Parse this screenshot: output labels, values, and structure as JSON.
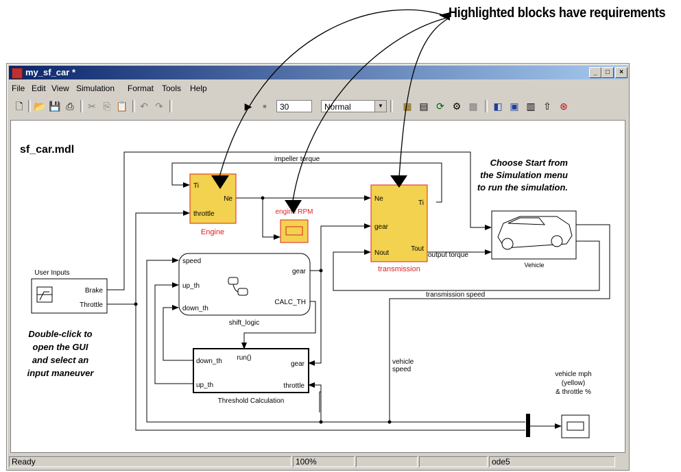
{
  "callout": "Highlighted blocks have requirements",
  "window": {
    "title": "my_sf_car *",
    "controls": {
      "minimize": "_",
      "maximize": "□",
      "close": "×"
    }
  },
  "menu": [
    "File",
    "Edit",
    "View",
    "Simulation",
    "Format",
    "Tools",
    "Help"
  ],
  "toolbar": {
    "stop_time": "30",
    "sim_mode": "Normal"
  },
  "model": {
    "name": "sf_car.mdl",
    "note_right": [
      "Choose Start from",
      "the Simulation menu",
      "to run the simulation."
    ],
    "note_left": [
      "Double-click to",
      "open the GUI",
      "and select an",
      "input maneuver"
    ],
    "blocks": {
      "user_inputs": {
        "title": "User Inputs",
        "port_brake": "Brake",
        "port_throttle": "Throttle"
      },
      "engine": {
        "title": "Engine",
        "port_ti": "Ti",
        "port_throttle": "throttle",
        "port_ne": "Ne"
      },
      "engine_rpm": {
        "title": "engine RPM"
      },
      "transmission": {
        "title": "transmission",
        "port_ne": "Ne",
        "port_gear": "gear",
        "port_nout": "Nout",
        "port_ti": "Ti",
        "port_tout": "Tout"
      },
      "vehicle": {
        "title": "Vehicle"
      },
      "shift_logic": {
        "title": "shift_logic",
        "port_speed": "speed",
        "port_up": "up_th",
        "port_down": "down_th",
        "port_gear": "gear",
        "port_calc": "CALC_TH"
      },
      "threshold": {
        "title": "Threshold Calculation",
        "trigger": "run()",
        "port_down": "down_th",
        "port_up": "up_th",
        "port_gear": "gear",
        "port_throttle": "throttle"
      },
      "scope_mph": {
        "title": [
          "vehicle mph",
          "(yellow)",
          "& throttle %"
        ]
      }
    },
    "signals": {
      "impeller_torque": "impeller torque",
      "output_torque": "output torque",
      "transmission_speed": "transmission speed",
      "vehicle_speed": [
        "vehicle",
        "speed"
      ]
    }
  },
  "status": {
    "state": "Ready",
    "zoom": "100%",
    "solver": "ode5"
  },
  "colors": {
    "highlight_fill": "#f2d24e",
    "highlight_border": "#e02020",
    "title_gradient_start": "#0a246a",
    "title_gradient_end": "#a6caf0"
  }
}
